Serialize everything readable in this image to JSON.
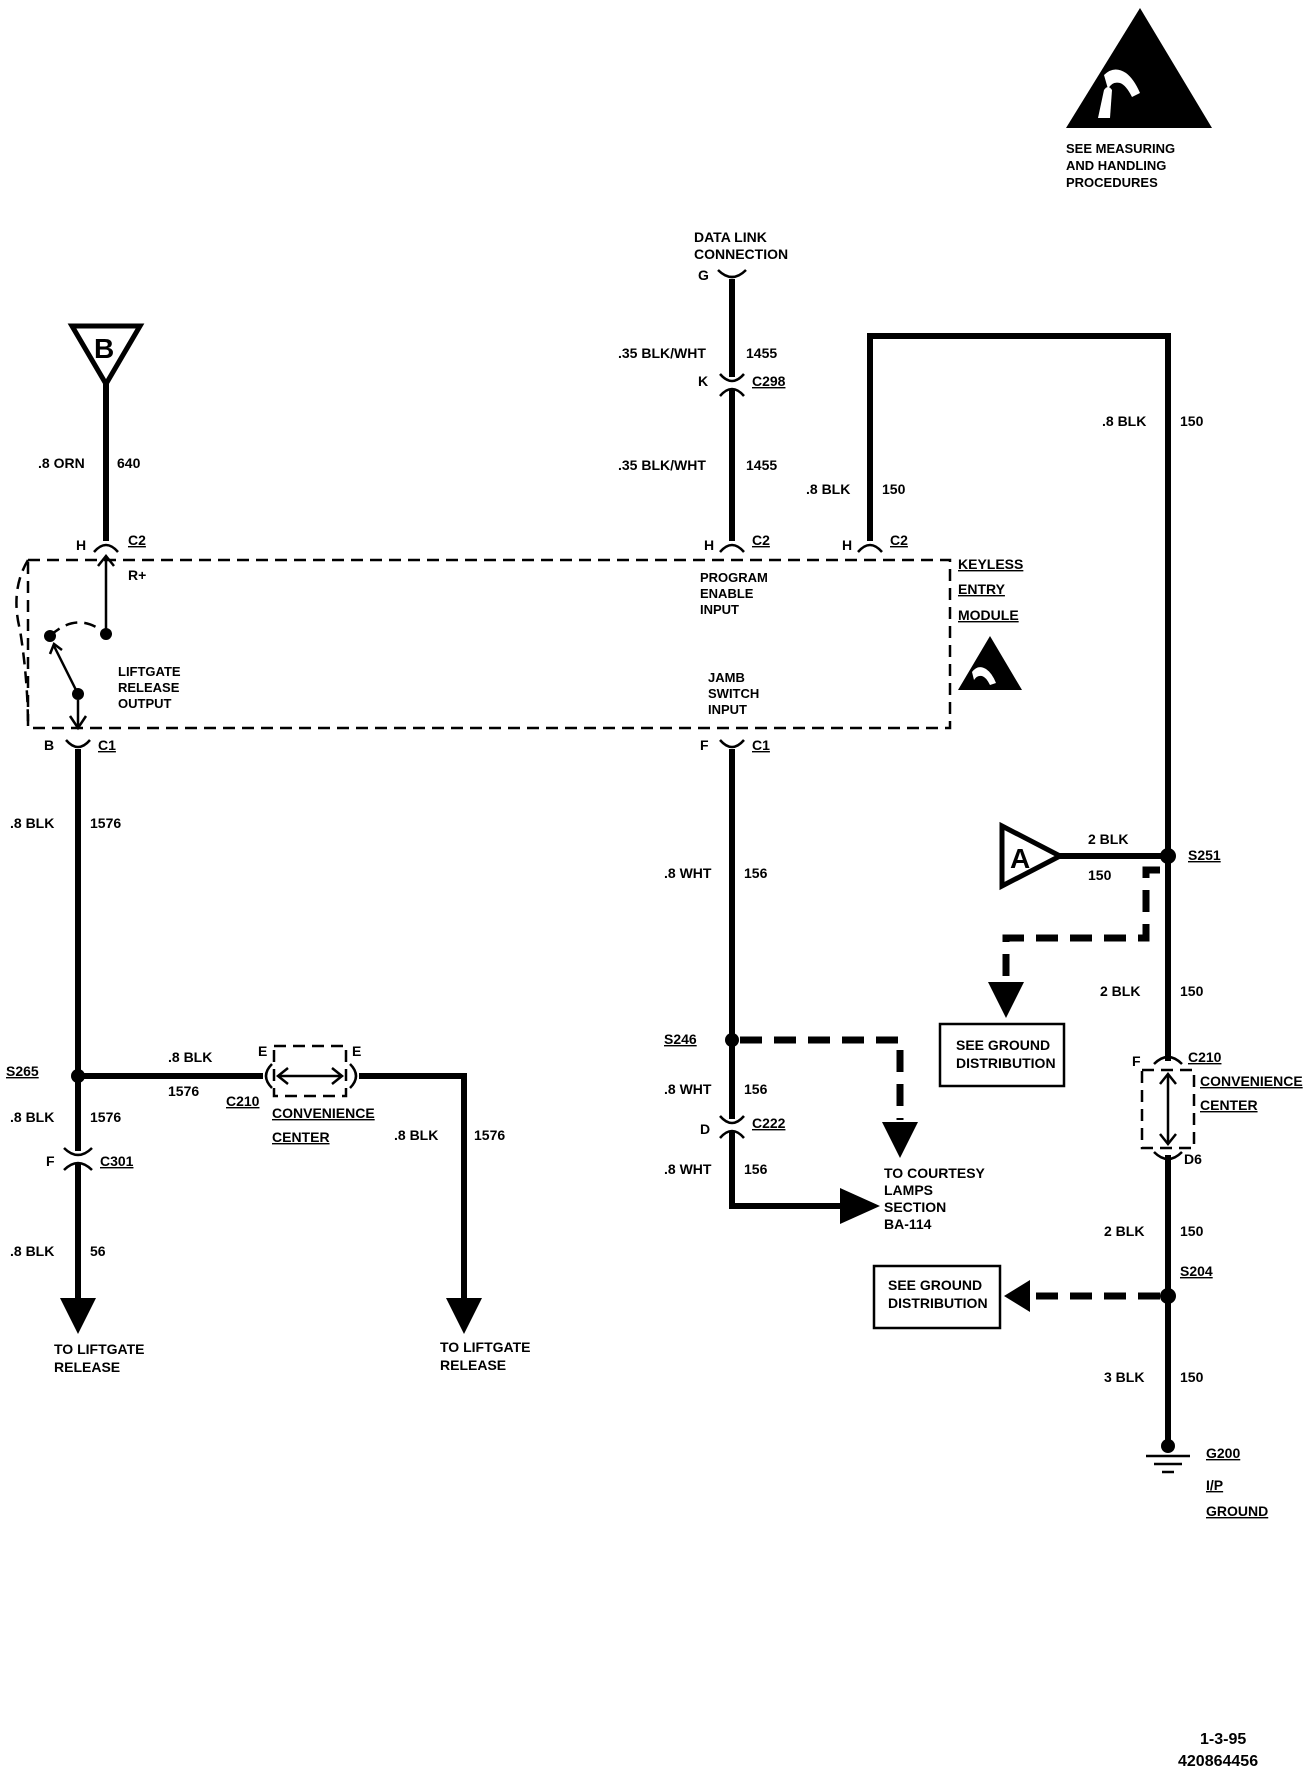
{
  "esd_warning": {
    "text1": "SEE MEASURING",
    "text2": "AND HANDLING",
    "text3": "PROCEDURES"
  },
  "module": {
    "name1": "KEYLESS",
    "name2": "ENTRY",
    "name3": "MODULE"
  },
  "flags": {
    "b": "B",
    "a": "A"
  },
  "data_link": {
    "title1": "DATA LINK",
    "title2": "CONNECTION",
    "pin": "G"
  },
  "wires": {
    "w640": {
      "gauge": ".8 ORN",
      "circuit": "640"
    },
    "w1455_top": {
      "gauge": ".35 BLK/WHT",
      "circuit": "1455"
    },
    "w1455_bot": {
      "gauge": ".35 BLK/WHT",
      "circuit": "1455"
    },
    "w150_mid": {
      "gauge": ".8 BLK",
      "circuit": "150"
    },
    "w150_right_top": {
      "gauge": ".8 BLK",
      "circuit": "150"
    },
    "w1576_a": {
      "gauge": ".8 BLK",
      "circuit": "1576"
    },
    "w156_a": {
      "gauge": ".8 WHT",
      "circuit": "156"
    },
    "w150_flagA": {
      "gauge": "2 BLK",
      "circuit": "150"
    },
    "w150_b": {
      "gauge": "2 BLK",
      "circuit": "150"
    },
    "w1576_b": {
      "gauge": ".8 BLK",
      "circuit": "1576"
    },
    "w1576_c": {
      "gauge": ".8 BLK",
      "circuit": "1576"
    },
    "w1576_d": {
      "gauge": ".8 BLK",
      "circuit": "1576"
    },
    "w56": {
      "gauge": ".8 BLK",
      "circuit": "56"
    },
    "w156_b": {
      "gauge": ".8 WHT",
      "circuit": "156"
    },
    "w156_c": {
      "gauge": ".8 WHT",
      "circuit": "156"
    },
    "w150_c": {
      "gauge": "2 BLK",
      "circuit": "150"
    },
    "w150_d": {
      "gauge": "3 BLK",
      "circuit": "150"
    }
  },
  "connectors": {
    "c2_h1": {
      "pin": "H",
      "name": "C2"
    },
    "c2_h2": {
      "pin": "H",
      "name": "C2"
    },
    "c2_h3": {
      "pin": "H",
      "name": "C2"
    },
    "c298": {
      "pin": "K",
      "name": "C298"
    },
    "c1_b": {
      "pin": "B",
      "name": "C1"
    },
    "c1_f": {
      "pin": "F",
      "name": "C1"
    },
    "c210_left": {
      "pin_left": "E",
      "pin_right": "E",
      "name": "C210",
      "desc1": "CONVENIENCE",
      "desc2": "CENTER"
    },
    "c210_right": {
      "pin_top": "F",
      "pin_bot": "D6",
      "name": "C210",
      "desc1": "CONVENIENCE",
      "desc2": "CENTER"
    },
    "c301": {
      "pin": "F",
      "name": "C301"
    },
    "c222": {
      "pin": "D",
      "name": "C222"
    }
  },
  "module_labels": {
    "r_plus": "R+",
    "prog1": "PROGRAM",
    "prog2": "ENABLE",
    "prog3": "INPUT",
    "liftgate1": "LIFTGATE",
    "liftgate2": "RELEASE",
    "liftgate3": "OUTPUT",
    "jamb1": "JAMB",
    "jamb2": "SWITCH",
    "jamb3": "INPUT"
  },
  "splices": {
    "s251": "S251",
    "s265": "S265",
    "s246": "S246",
    "s204": "S204"
  },
  "ground": {
    "name": "G200",
    "desc1": "I/P",
    "desc2": "GROUND"
  },
  "refs": {
    "ground_dist_1": {
      "line1": "SEE GROUND",
      "line2": "DISTRIBUTION"
    },
    "ground_dist_2": {
      "line1": "SEE GROUND",
      "line2": "DISTRIBUTION"
    },
    "courtesy": {
      "line1": "TO COURTESY",
      "line2": "LAMPS",
      "line3": "SECTION",
      "line4": "BA-114"
    },
    "liftgate_a": {
      "line1": "TO LIFTGATE",
      "line2": "RELEASE"
    },
    "liftgate_b": {
      "line1": "TO LIFTGATE",
      "line2": "RELEASE"
    }
  },
  "footer": {
    "date": "1-3-95",
    "id": "420864456"
  }
}
